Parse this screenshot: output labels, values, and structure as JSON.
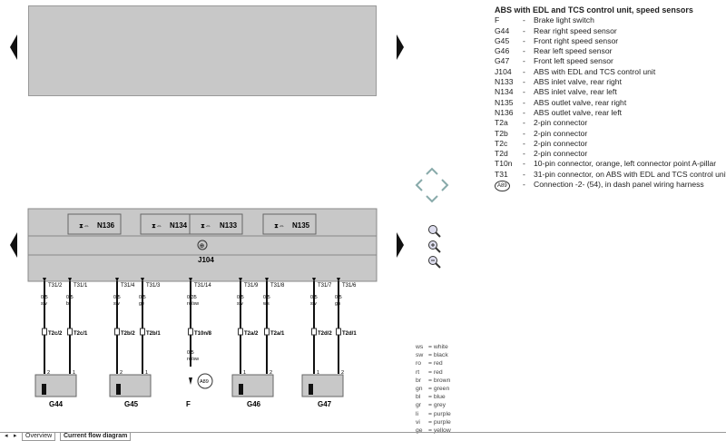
{
  "legend": {
    "title": "ABS with EDL and TCS control unit, speed sensors",
    "items": [
      {
        "code": "F",
        "dash": "-",
        "desc": "Brake light switch"
      },
      {
        "code": "G44",
        "dash": "-",
        "desc": "Rear right speed sensor"
      },
      {
        "code": "G45",
        "dash": "-",
        "desc": "Front right speed sensor"
      },
      {
        "code": "G46",
        "dash": "-",
        "desc": "Rear left speed sensor"
      },
      {
        "code": "G47",
        "dash": "-",
        "desc": "Front left speed sensor"
      },
      {
        "code": "J104",
        "dash": "-",
        "desc": "ABS with EDL and TCS control unit"
      },
      {
        "code": "N133",
        "dash": "-",
        "desc": "ABS inlet valve, rear right"
      },
      {
        "code": "N134",
        "dash": "-",
        "desc": "ABS inlet valve, rear left"
      },
      {
        "code": "N135",
        "dash": "-",
        "desc": "ABS outlet valve, rear right"
      },
      {
        "code": "N136",
        "dash": "-",
        "desc": "ABS outlet valve, rear left"
      },
      {
        "code": "T2a",
        "dash": "-",
        "desc": "2-pin connector"
      },
      {
        "code": "T2b",
        "dash": "-",
        "desc": "2-pin connector"
      },
      {
        "code": "T2c",
        "dash": "-",
        "desc": "2-pin connector"
      },
      {
        "code": "T2d",
        "dash": "-",
        "desc": "2-pin connector"
      },
      {
        "code": "T10n",
        "dash": "-",
        "desc": "10-pin connector, orange, left connector point A-pillar"
      },
      {
        "code": "T31",
        "dash": "-",
        "desc": "31-pin connector, on ABS with EDL and TCS control unit"
      },
      {
        "code": "A89",
        "dash": "-",
        "desc": "Connection -2- (54), in dash panel wiring harness"
      }
    ]
  },
  "diagram": {
    "control_unit": "J104",
    "valves": [
      "N136",
      "N134",
      "N133",
      "N135"
    ],
    "pins": [
      "T31/2",
      "T31/1",
      "T31/4",
      "T31/3",
      "T31/14",
      "T31/9",
      "T31/8",
      "T31/7",
      "T31/6"
    ],
    "wires": [
      {
        "size": "0,5",
        "color": "sw"
      },
      {
        "size": "0,5",
        "color": "br"
      },
      {
        "size": "0,5",
        "color": "sw"
      },
      {
        "size": "0,5",
        "color": "ge"
      },
      {
        "size": "0,35",
        "color": "ro/sw"
      },
      {
        "size": "0,5",
        "color": "sw"
      },
      {
        "size": "0,5",
        "color": "ws"
      },
      {
        "size": "0,5",
        "color": "sw"
      },
      {
        "size": "0,5",
        "color": "gn"
      }
    ],
    "connectors": [
      "T2c/2",
      "T2c/1",
      "T2b/2",
      "T2b/1",
      "T10n/8",
      "T2a/2",
      "T2a/1",
      "T2d/2",
      "T2d/1"
    ],
    "lower_wire": {
      "size": "0,5",
      "color": "ro/sw"
    },
    "connection_ref": "A89",
    "components": [
      "G44",
      "G45",
      "F",
      "G46",
      "G47"
    ],
    "pin_numbers": [
      "2",
      "1"
    ],
    "ground_symbol": "⊕"
  },
  "color_codes": [
    {
      "abbr": "ws",
      "name": "white"
    },
    {
      "abbr": "sw",
      "name": "black"
    },
    {
      "abbr": "ro",
      "name": "red"
    },
    {
      "abbr": "rt",
      "name": "red"
    },
    {
      "abbr": "br",
      "name": "brown"
    },
    {
      "abbr": "gn",
      "name": "green"
    },
    {
      "abbr": "bl",
      "name": "blue"
    },
    {
      "abbr": "gr",
      "name": "grey"
    },
    {
      "abbr": "li",
      "name": "purple"
    },
    {
      "abbr": "vi",
      "name": "purple"
    },
    {
      "abbr": "ge",
      "name": "yellow"
    }
  ],
  "tabs": {
    "overview": "Overview",
    "current": "Current flow diagram"
  },
  "icons": {
    "nav_left": "triangle-left-icon",
    "nav_right": "triangle-right-icon",
    "zoom_in": "zoom-in-icon",
    "zoom_out": "zoom-out-icon",
    "zoom_fit": "zoom-fit-icon",
    "pan": "pan-arrows-icon"
  }
}
